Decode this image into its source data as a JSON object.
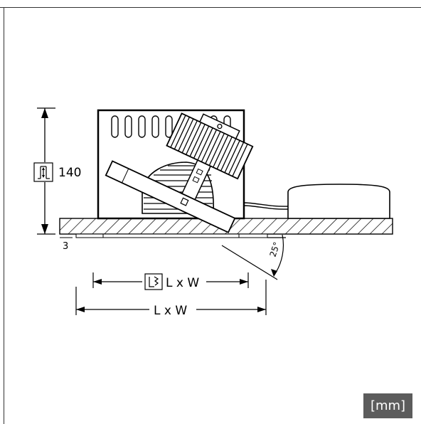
{
  "dimensions": {
    "height_value": "140",
    "gap_value": "3",
    "tilt_angle": "25°",
    "cutout_size": "L x W",
    "overall_size": "L x W"
  },
  "units_badge": "[mm]",
  "icons": {
    "height_symbol": "height-icon",
    "cutout_symbol": "cutout-icon"
  },
  "colors": {
    "line": "#000000",
    "badge_bg": "#5c5c5c",
    "badge_text": "#ffffff"
  }
}
